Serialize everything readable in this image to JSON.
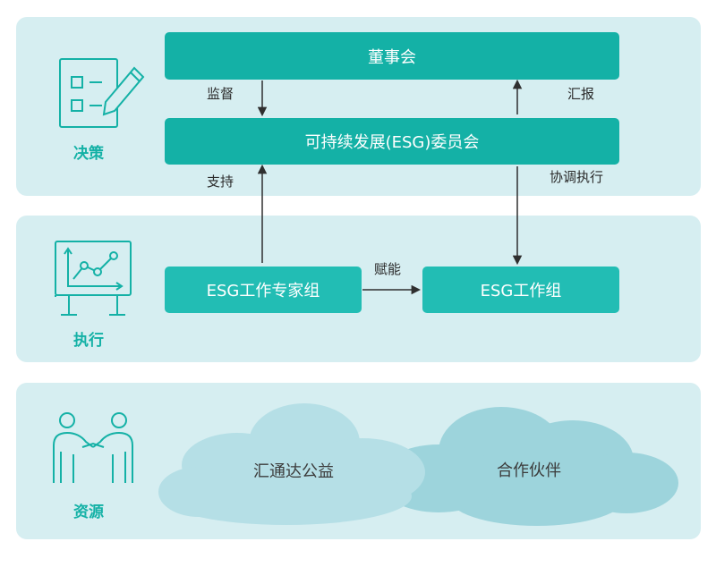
{
  "colors": {
    "panel": "#d6eef1",
    "box": "#14b1a6",
    "box_light": "#22bdb4",
    "cloud_light": "#b5dfe6",
    "cloud_dark": "#9dd4dc",
    "accent": "#14b1a6"
  },
  "decision": {
    "icon": "checklist-pencil-icon",
    "caption": "决策",
    "board": "董事会",
    "committee": "可持续发展(ESG)委员会",
    "supervise": "监督",
    "report": "汇报",
    "support": "支持",
    "coordinate": "协调执行"
  },
  "execution": {
    "icon": "line-chart-board-icon",
    "caption": "执行",
    "expert_group": "ESG工作专家组",
    "empower": "赋能",
    "work_group": "ESG工作组"
  },
  "resources": {
    "icon": "handshake-people-icon",
    "caption": "资源",
    "cloud1": "汇通达公益",
    "cloud2": "合作伙伴"
  }
}
